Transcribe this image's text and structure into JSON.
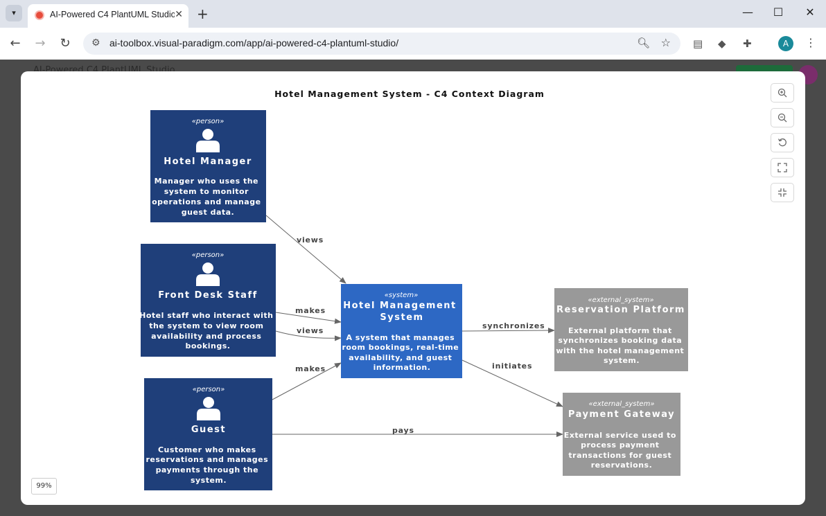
{
  "browser": {
    "tab_title": "AI-Powered C4 PlantUML Studio",
    "tab_close": "✕",
    "new_tab": "+",
    "url": "ai-toolbox.visual-paradigm.com/app/ai-powered-c4-plantuml-studio/",
    "profile_initial": "A",
    "window_minimize": "—",
    "window_maximize": "☐",
    "window_close": "✕"
  },
  "app": {
    "background_title": "AI-Powered C4 PlantUML Studio"
  },
  "viewer": {
    "zoom_level": "99%",
    "controls": [
      "zoom-in",
      "zoom-out",
      "reset",
      "fit",
      "shrink"
    ]
  },
  "diagram": {
    "title": "Hotel Management System - C4 Context Diagram",
    "nodes": {
      "manager": {
        "stereotype": "«person»",
        "name": "Hotel Manager",
        "desc": [
          "Manager who uses the",
          "system to monitor",
          "operations and manage",
          "guest data."
        ]
      },
      "staff": {
        "stereotype": "«person»",
        "name": "Front Desk Staff",
        "desc": [
          "Hotel staff who interact with",
          "the system to view room",
          "availability and process",
          "bookings."
        ]
      },
      "guest": {
        "stereotype": "«person»",
        "name": "Guest",
        "desc": [
          "Customer who makes",
          "reservations and manages",
          "payments through the",
          "system."
        ]
      },
      "hms": {
        "stereotype": "«system»",
        "name": [
          "Hotel Management",
          "System"
        ],
        "desc": [
          "A system that manages",
          "room bookings, real-time",
          "availability, and guest",
          "information."
        ]
      },
      "reservation": {
        "stereotype": "«external_system»",
        "name": "Reservation Platform",
        "desc": [
          "External platform that",
          "synchronizes booking data",
          "with the hotel management",
          "system."
        ]
      },
      "payment": {
        "stereotype": "«external_system»",
        "name": "Payment Gateway",
        "desc": [
          "External service used to",
          "process payment",
          "transactions for guest",
          "reservations."
        ]
      }
    },
    "relations": {
      "manager_views": "views",
      "staff_makes": "makes",
      "staff_views": "views",
      "guest_makes": "makes",
      "guest_pays": "pays",
      "hms_synchronizes": "synchronizes",
      "hms_initiates": "initiates"
    },
    "colors": {
      "person": "#1f3f7a",
      "system": "#2d68c4",
      "external": "#999999",
      "edge": "#666666"
    }
  }
}
